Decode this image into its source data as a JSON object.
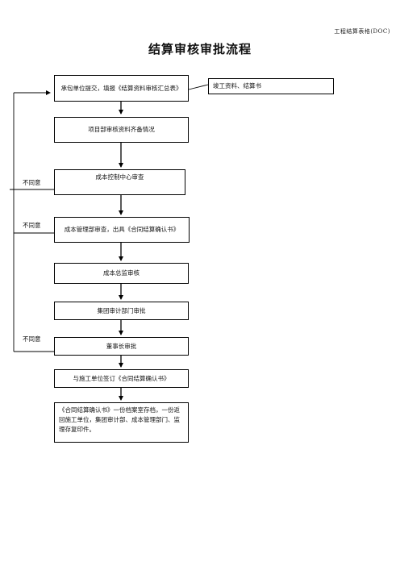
{
  "header": {
    "doc_label": "工程结算表格(DOC)"
  },
  "title": "结算审核审批流程",
  "steps": [
    {
      "text": "承包单位提交，填报《结算资料审核汇总表》"
    },
    {
      "text": "项目部审核资料齐备情况"
    },
    {
      "text": "成本控制中心审查"
    },
    {
      "text": "成本管理部审查，出具《合同结算确认书》"
    },
    {
      "text": "成本总监审核"
    },
    {
      "text": "集团审计部门审批"
    },
    {
      "text": "董事长审批"
    },
    {
      "text": "与施工单位签订《合同结算确认书》"
    },
    {
      "text": "《合同结算确认书》一份档案室存档，一份返回施工单位，集团审计部、成本管理部门、监理存复印件。"
    }
  ],
  "side_box": {
    "text": "竣工资料、结算书"
  },
  "reject_labels": [
    "不同意",
    "不同意",
    "不同意"
  ]
}
